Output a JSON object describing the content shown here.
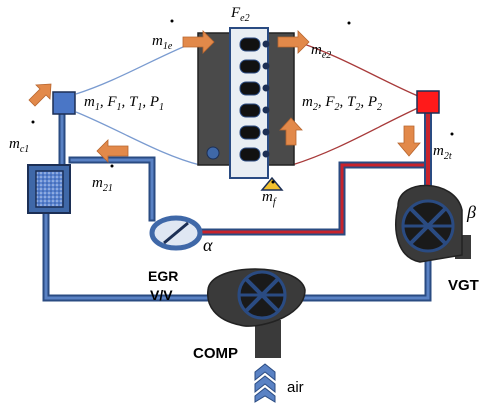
{
  "labels": {
    "fe2": "F",
    "fe2_sub": "e2",
    "m1e": "m",
    "m1e_sub": "1e",
    "me2": "m",
    "me2_sub": "e2",
    "mc1": "m",
    "mc1_sub": "c1",
    "intake_state": "m",
    "intake_state_sub1": "1",
    "intake_state_rest": ", F",
    "intake_state_sub2": "1",
    "intake_state_t": ", T",
    "intake_state_sub3": "1",
    "intake_state_p": ", P",
    "intake_state_sub4": "1",
    "exhaust_state": "m",
    "exhaust_state_sub1": "2",
    "exhaust_state_rest": ", F",
    "exhaust_state_sub2": "2",
    "exhaust_state_t": ", T",
    "exhaust_state_sub3": "2",
    "exhaust_state_p": ", P",
    "exhaust_state_sub4": "2",
    "m21": "m",
    "m21_sub": "21",
    "m2t": "m",
    "m2t_sub": "2t",
    "mf": "m",
    "mf_sub": "f",
    "alpha": "α",
    "beta": "β",
    "egr_line1": "EGR",
    "egr_line2": "V/V",
    "vgt": "VGT",
    "comp": "COMP",
    "air": "air"
  },
  "colors": {
    "pipe_blue": "#3f68a8",
    "pipe_blue_dark": "#2a4b82",
    "pipe_red": "#c8232c",
    "accent_orange": "#e2894a",
    "engine_gray": "#4a4a4a",
    "cylinder_black": "#111111",
    "intercooler_fill": "#4a76c6",
    "manifold_red": "#ff1a1a",
    "injector_yellow": "#f2c12e"
  },
  "icons": [
    "arrow-icon",
    "egr-valve-icon",
    "turbine-wheel-icon",
    "compressor-wheel-icon",
    "air-chevron-icon"
  ]
}
